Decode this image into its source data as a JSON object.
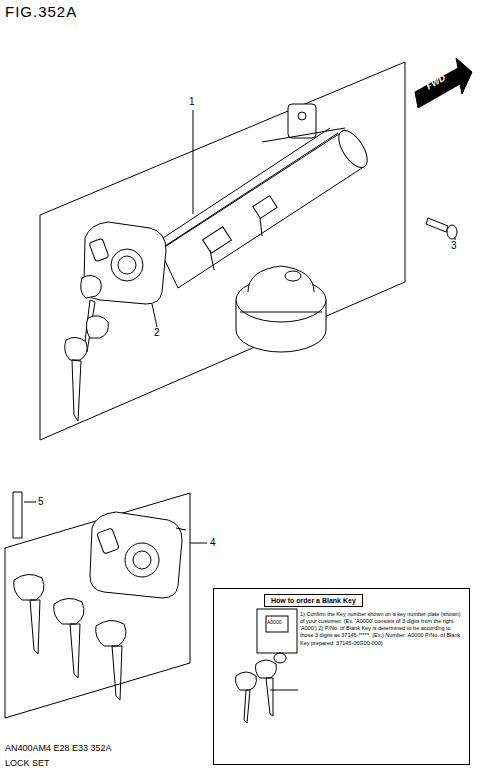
{
  "diagram": {
    "title": "FIG.352A",
    "nodes": [
      {
        "text": [
          "How to order a Blank Key",
          "1) Confirm the Key number shown on a key number plate (shown) of your customer. (Ex. 'A0000' consists of 3 digits from the right 'A000') 2) P/No. of Blank Key is determined to be according to those 3 digits as 37145-*****. (Ex.) Number: A0000 P/No. of Blank Key prepared: 37145-06G00-000)"
        ]
      }
    ],
    "labels": [
      "1",
      "2",
      "3",
      "4",
      "5",
      "FWD",
      "A0000",
      "AN400AM4 E28 E33 352A",
      "LOCK SET"
    ]
  }
}
